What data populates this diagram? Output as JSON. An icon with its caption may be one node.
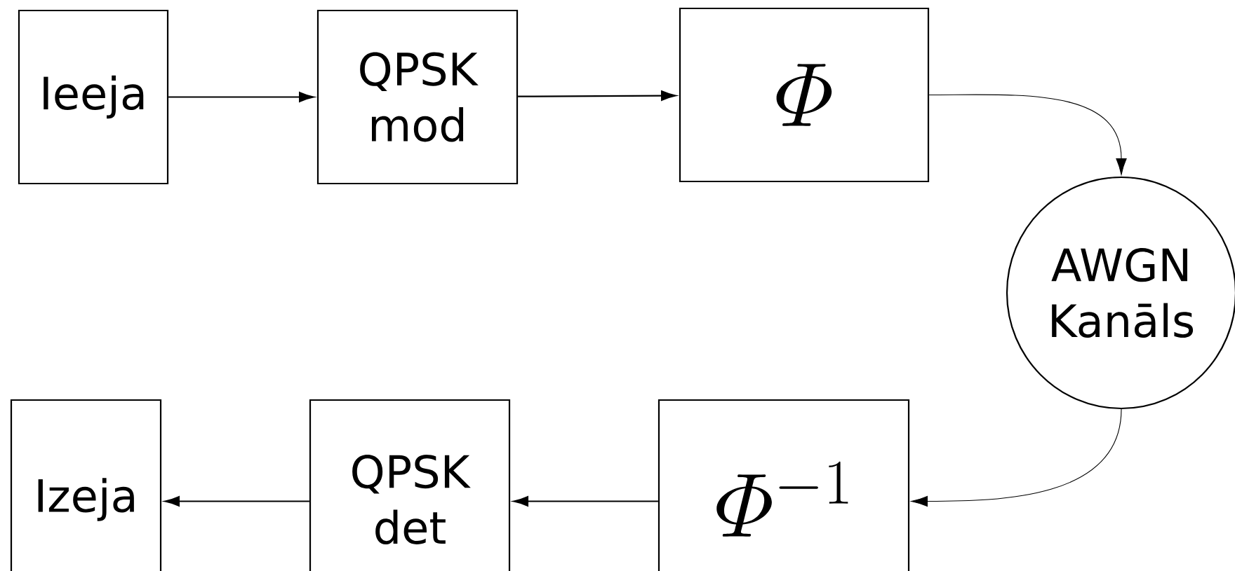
{
  "diagram": {
    "nodes": [
      {
        "text": [
          "Ieeja"
        ]
      },
      {
        "text": [
          "QPSK mod"
        ]
      },
      {
        "text": [
          "\\varPhi"
        ]
      },
      {
        "text": [
          "AWGN Kanāls"
        ]
      },
      {
        "text": [
          "\\varPhi^{-1}"
        ]
      },
      {
        "text": [
          "QPSK det"
        ]
      },
      {
        "text": [
          "Izeja"
        ]
      }
    ],
    "edges": [
      {
        "from": 0,
        "to": 1,
        "arrow": "to"
      },
      {
        "from": 1,
        "to": 2,
        "arrow": "to"
      },
      {
        "from": 2,
        "to": 3,
        "arrow": "to"
      },
      {
        "from": 3,
        "to": 4,
        "arrow": "to"
      },
      {
        "from": 4,
        "to": 5,
        "arrow": "to"
      },
      {
        "from": 5,
        "to": 6,
        "arrow": "to"
      }
    ]
  }
}
